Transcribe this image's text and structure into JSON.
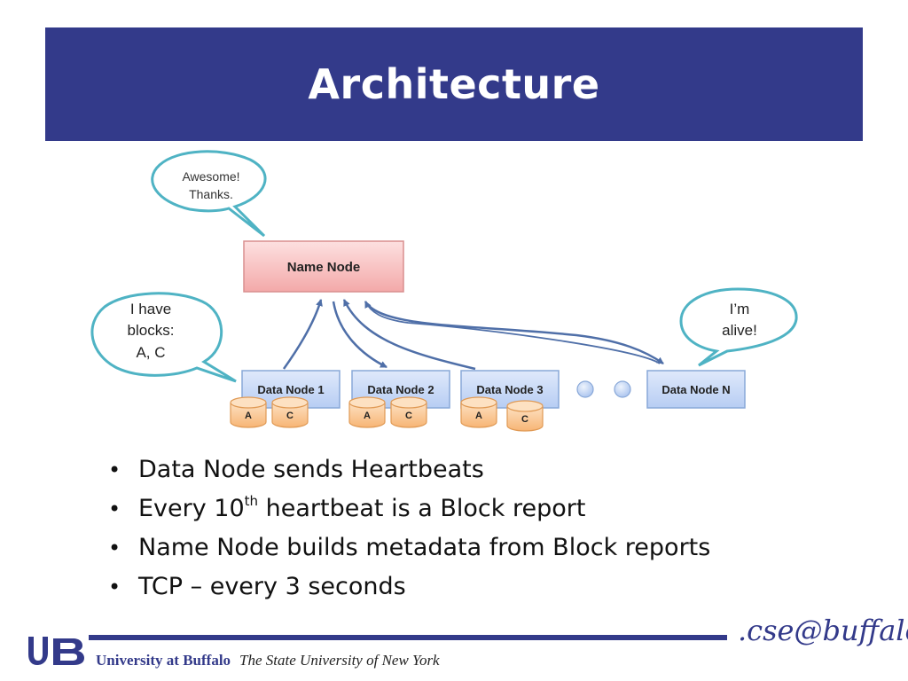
{
  "slide": {
    "title": "Architecture"
  },
  "diagram": {
    "name_node": "Name Node",
    "data_nodes": [
      "Data Node 1",
      "Data Node 2",
      "Data Node 3",
      "Data Node N"
    ],
    "blocks": [
      "A",
      "C"
    ],
    "callouts": {
      "top": [
        "Awesome!",
        "Thanks."
      ],
      "left": [
        "I have",
        "blocks:",
        "A, C"
      ],
      "right": [
        "I’m",
        "alive!"
      ]
    },
    "colors": {
      "title_bar": "#333a8a",
      "name_node": "#f6b9b9",
      "data_node": "#c9daf8",
      "block": "#fbc58f",
      "callout_stroke": "#4fb3c4"
    }
  },
  "bullets": [
    {
      "text": "Data Node sends Heartbeats"
    },
    {
      "before": "Every 10",
      "sup": "th",
      "after": " heartbeat is a Block report"
    },
    {
      "text": "Name Node builds metadata from Block reports"
    },
    {
      "text": "TCP – every 3 seconds"
    }
  ],
  "footer": {
    "university": "University at Buffalo",
    "tagline": "The State University of New York",
    "brand": ".cse@buffalo"
  }
}
